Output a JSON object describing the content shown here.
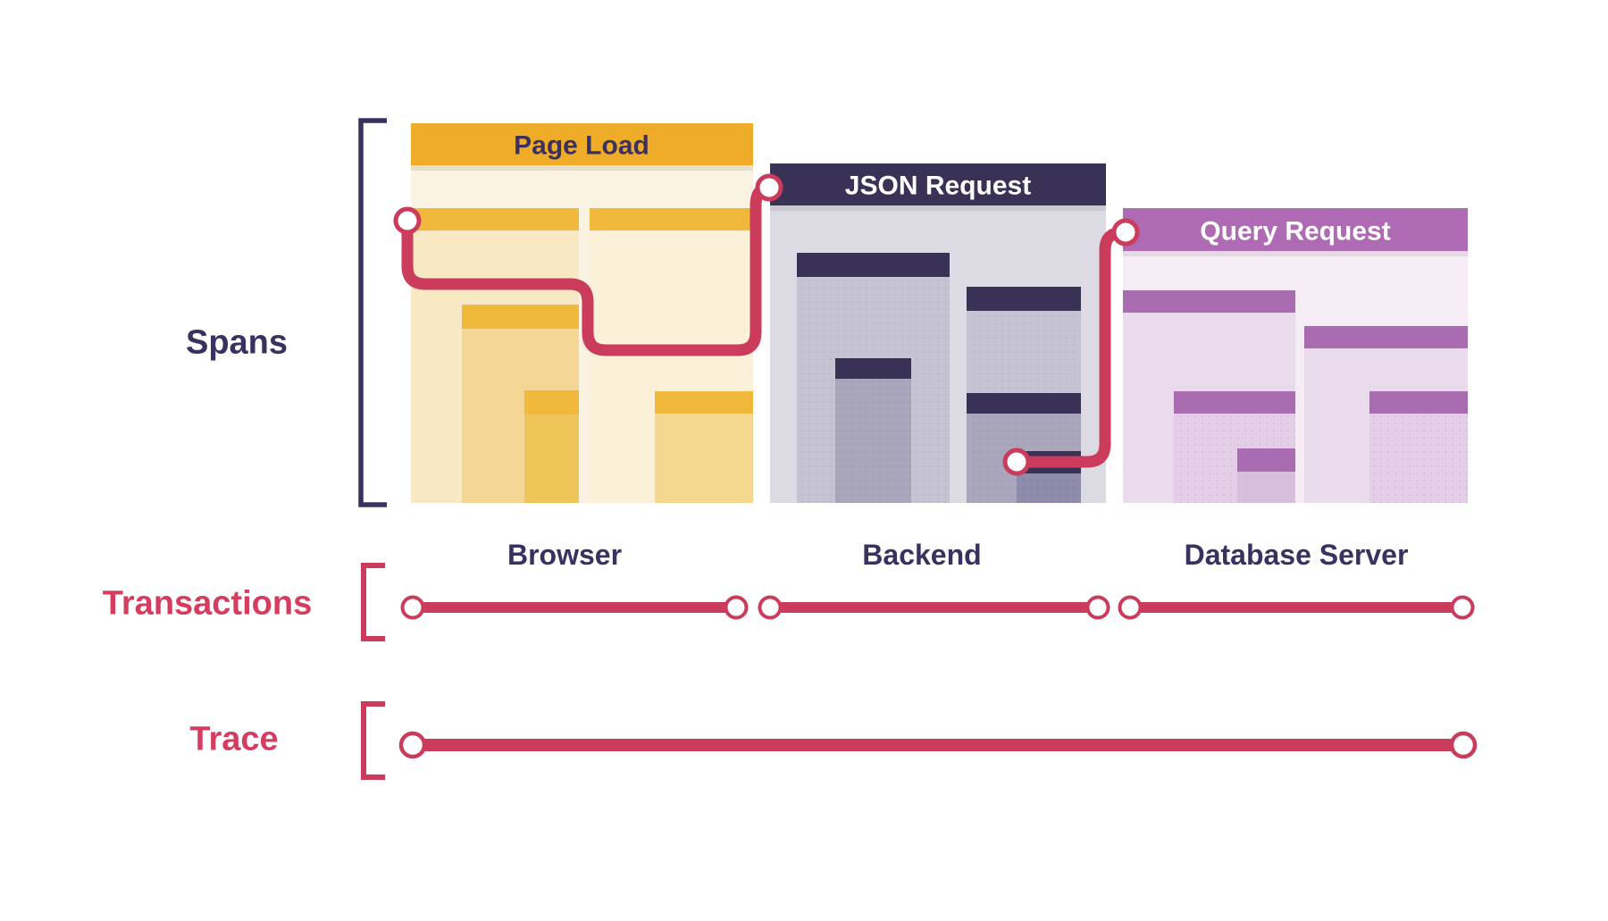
{
  "diagram": {
    "spans_label": "Spans",
    "transactions_label": "Transactions",
    "trace_label": "Trace"
  },
  "panels": [
    {
      "transaction": "Page Load",
      "service": "Browser"
    },
    {
      "transaction": "JSON Request",
      "service": "Backend"
    },
    {
      "transaction": "Query Request",
      "service": "Database Server"
    }
  ],
  "colors": {
    "navy_text": "#3b3161",
    "red_text": "#d53d60",
    "red_line": "#cb3c5c",
    "amber_header": "#eeac28",
    "amber_child": "#f0b93c",
    "y_body": "#faf3e1",
    "y_a1": "#f8e9c4",
    "y_a2": "#fbf1d9",
    "y_a11": "#f4d694",
    "y_a111": "#efc459",
    "y_a21": "#f4d88f",
    "navy_header": "#3a3157",
    "g_body": "#dcdbe4",
    "g_c1": "#c5c3d1",
    "g_c2": "#aaa7bd",
    "g_c3": "#8f8bab",
    "purple_header": "#ae6bb3",
    "purple_child": "#aa6cb0",
    "p_body": "#f5ecf6",
    "p_c1": "#e9daec",
    "p_c2": "#e3cde7",
    "p_c3": "#d8bedd"
  }
}
